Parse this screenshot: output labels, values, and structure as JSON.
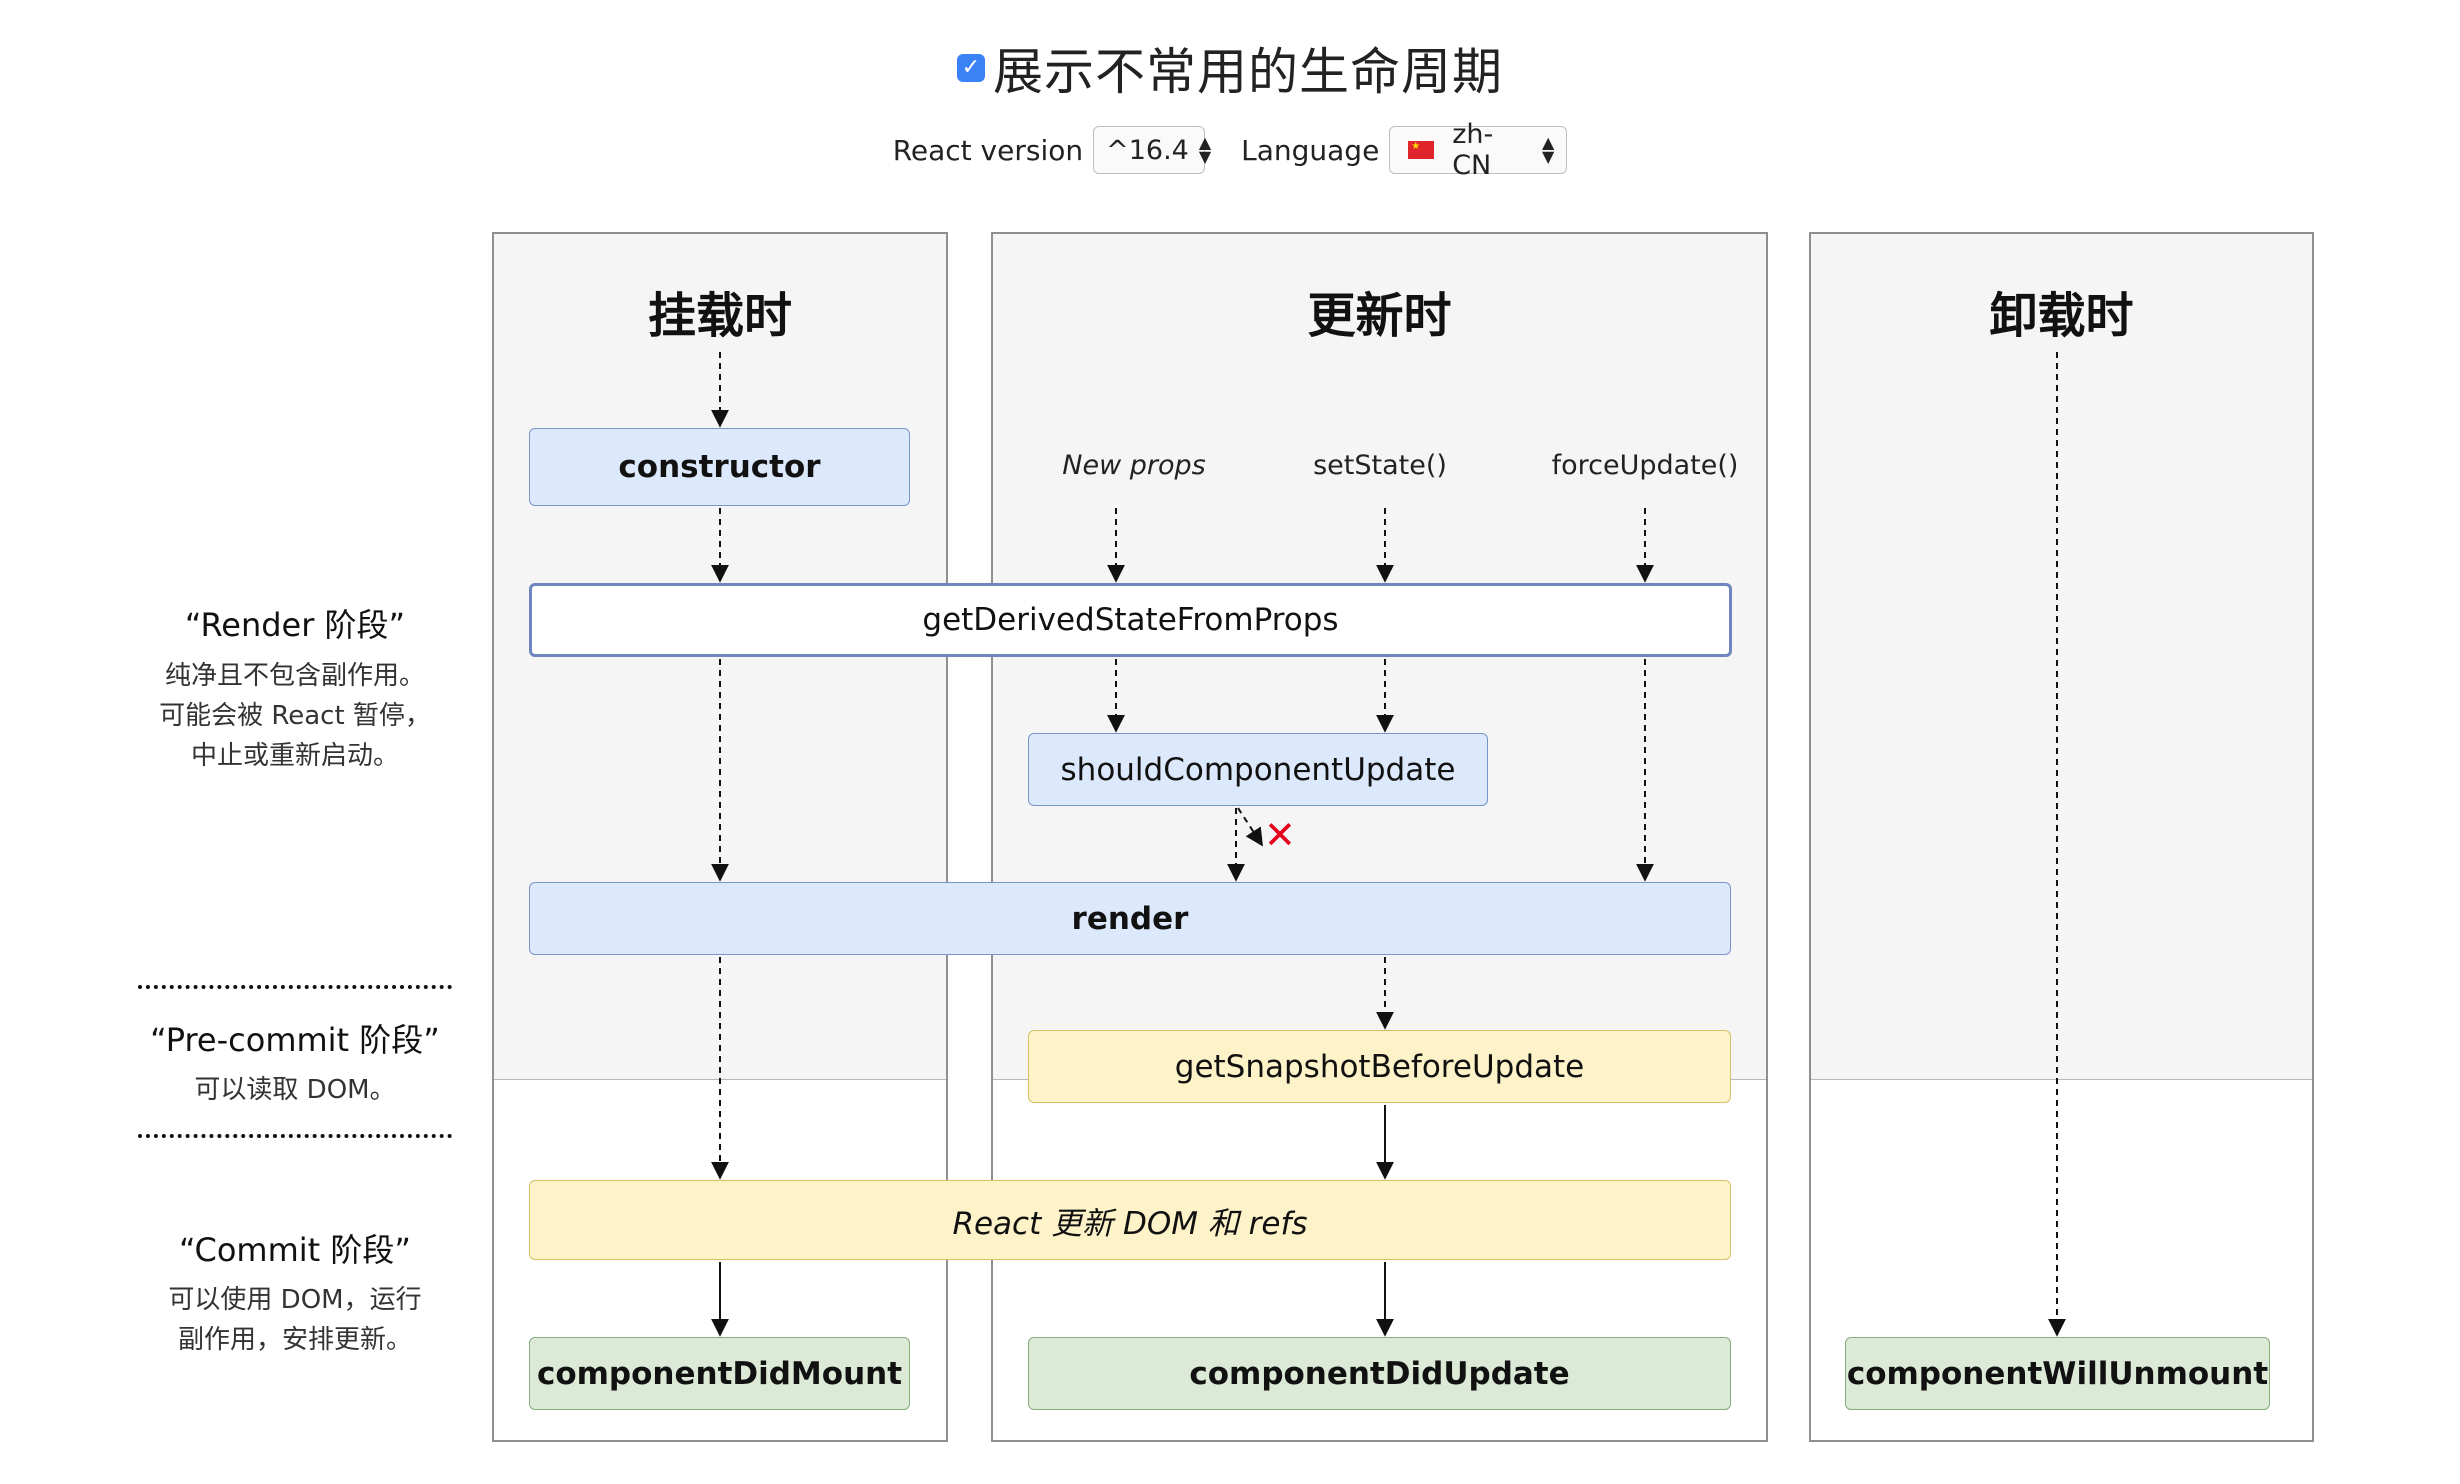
{
  "header": {
    "checkbox_checked": true,
    "checkbox_mark": "✓",
    "title": "展示不常用的生命周期"
  },
  "controls": {
    "version_label": "React version",
    "version_value": "^16.4",
    "language_label": "Language",
    "language_value": "zh-CN",
    "language_flag": "cn-flag-icon"
  },
  "columns": {
    "mount": "挂载时",
    "update": "更新时",
    "unmount": "卸载时"
  },
  "triggers": {
    "new_props": "New props",
    "set_state": "setState()",
    "force_update": "forceUpdate()"
  },
  "methods": {
    "constructor": "constructor",
    "get_derived_state_from_props": "getDerivedStateFromProps",
    "should_component_update": "shouldComponentUpdate",
    "render": "render",
    "get_snapshot_before_update": "getSnapshotBeforeUpdate",
    "react_updates_dom": "React 更新 DOM 和 refs",
    "component_did_mount": "componentDidMount",
    "component_did_update": "componentDidUpdate",
    "component_will_unmount": "componentWillUnmount"
  },
  "phases": {
    "render": {
      "title": "“Render 阶段”",
      "desc": [
        "纯净且不包含副作用。",
        "可能会被 React 暂停，",
        "中止或重新启动。"
      ]
    },
    "pre_commit": {
      "title": "“Pre-commit 阶段”",
      "desc": [
        "可以读取 DOM。"
      ]
    },
    "commit": {
      "title": "“Commit 阶段”",
      "desc": [
        "可以使用 DOM，运行",
        "副作用，安排更新。"
      ]
    }
  },
  "skip_mark": "✕",
  "colors": {
    "accent_checkbox": "#3b82f6",
    "render_box": "#dce8fb",
    "precommit_box": "#fdf2c8",
    "commit_box": "#dbe9d6",
    "skip_mark": "#e3001b"
  }
}
